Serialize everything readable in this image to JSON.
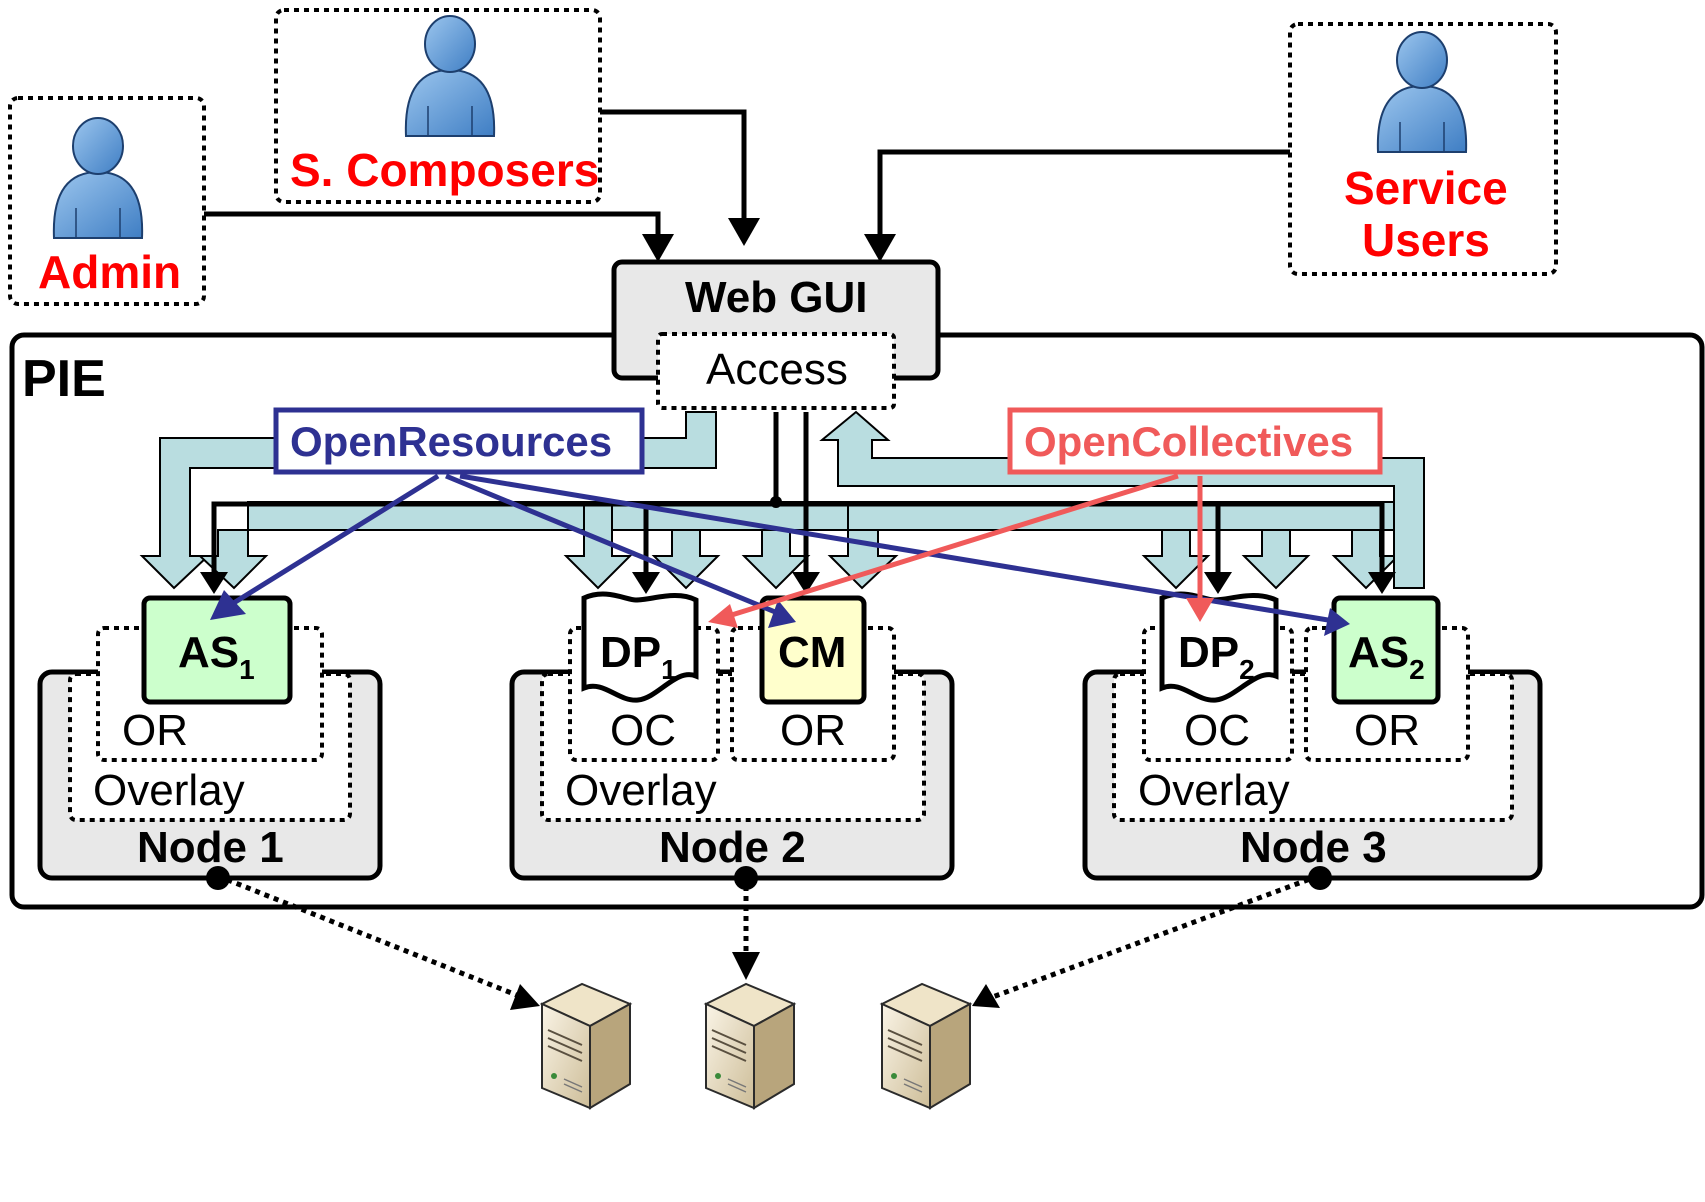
{
  "actors": {
    "admin": "Admin",
    "composers": "S. Composers",
    "service_users_line1": "Service",
    "service_users_line2": "Users"
  },
  "web_gui": {
    "title": "Web GUI",
    "access": "Access"
  },
  "pie_label": "PIE",
  "open_resources": "OpenResources",
  "open_collectives": "OpenCollectives",
  "nodes": [
    {
      "label": "Node 1",
      "overlay": "Overlay",
      "or": "OR",
      "as_main": "AS",
      "as_sub": "1"
    },
    {
      "label": "Node 2",
      "overlay": "Overlay",
      "oc": "OC",
      "or": "OR",
      "dp_main": "DP",
      "dp_sub": "1",
      "cm": "CM"
    },
    {
      "label": "Node 3",
      "overlay": "Overlay",
      "oc": "OC",
      "or": "OR",
      "dp_main": "DP",
      "dp_sub": "2",
      "as_main": "AS",
      "as_sub": "2"
    }
  ],
  "colors": {
    "actor_text": "#ff0000",
    "open_resources": "#2e3192",
    "open_collectives": "#f05a5a",
    "as_fill": "#ccffcc",
    "cm_fill": "#ffffcc",
    "node_fill": "#e8e8e8",
    "channel_fill": "#b9dde0"
  },
  "icons": [
    "user-icon",
    "server-icon"
  ]
}
